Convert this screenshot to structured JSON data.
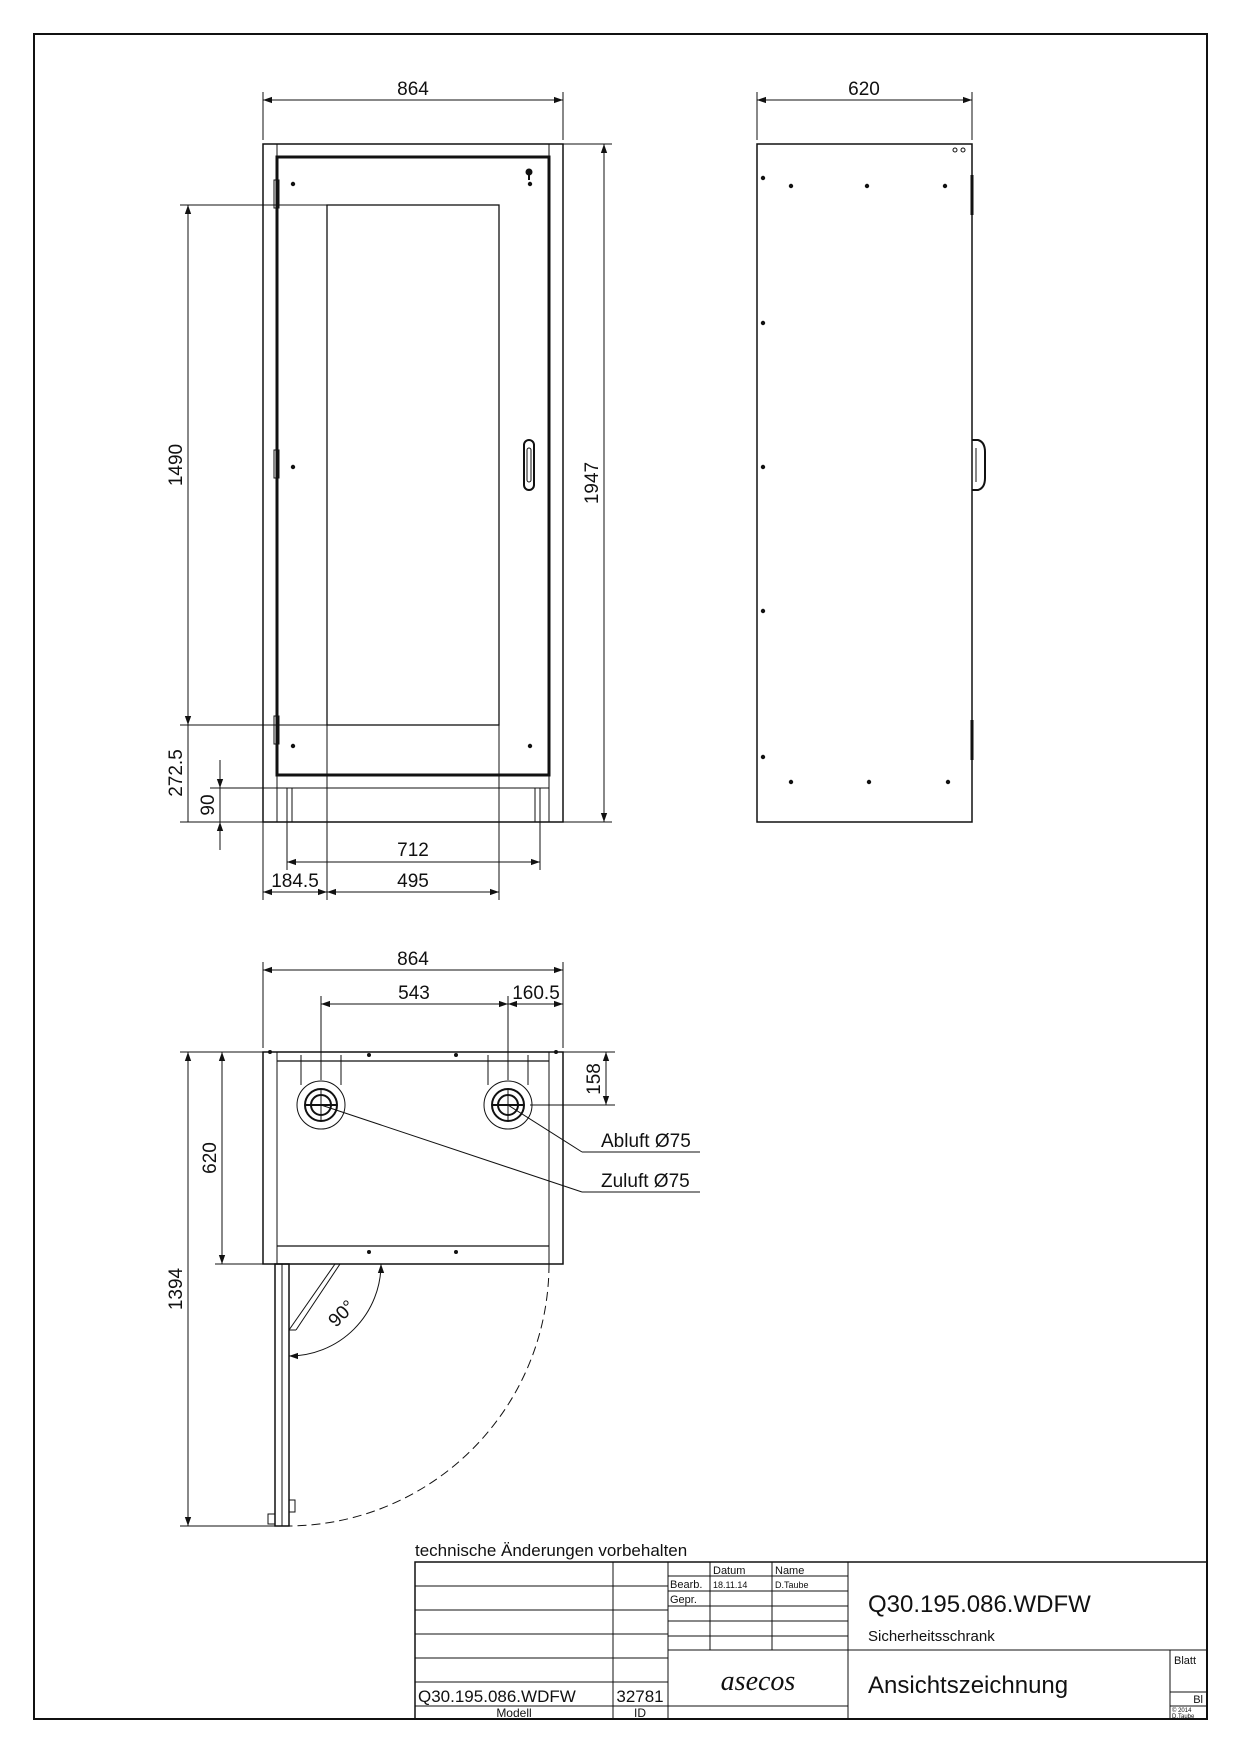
{
  "notice": "technische Änderungen vorbehalten",
  "dimensions": {
    "front_width": "864",
    "side_depth": "620",
    "front_inner_height": "1490",
    "total_height": "1947",
    "plinth_height": "272.5",
    "foot_height": "90",
    "inner_width": "712",
    "left_offset": "184.5",
    "window_width": "495",
    "top_width": "864",
    "vent_spacing": "543",
    "vent_offset": "160.5",
    "vent_depth": "158",
    "top_depth": "620",
    "swing_depth": "1394",
    "door_angle": "90°"
  },
  "callouts": {
    "abluft": "Abluft Ø75",
    "zuluft": "Zuluft Ø75"
  },
  "title_block": {
    "datum_header": "Datum",
    "name_header": "Name",
    "bearb_label": "Bearb.",
    "bearb_date": "18.11.14",
    "bearb_name": "D.Taube",
    "gepr_label": "Gepr.",
    "drawing_number": "Q30.195.086.WDFW",
    "drawing_name": "Sicherheitsschrank",
    "logo": "asecos",
    "drawing_title": "Ansichtszeichnung",
    "model_value": "Q30.195.086.WDFW",
    "model_label": "Modell",
    "id_value": "32781",
    "id_label": "ID",
    "sheet_label": "Blatt",
    "sheet_value": "Bl",
    "copyright_year": "© 2014",
    "copyright_name": "D.Taube"
  }
}
